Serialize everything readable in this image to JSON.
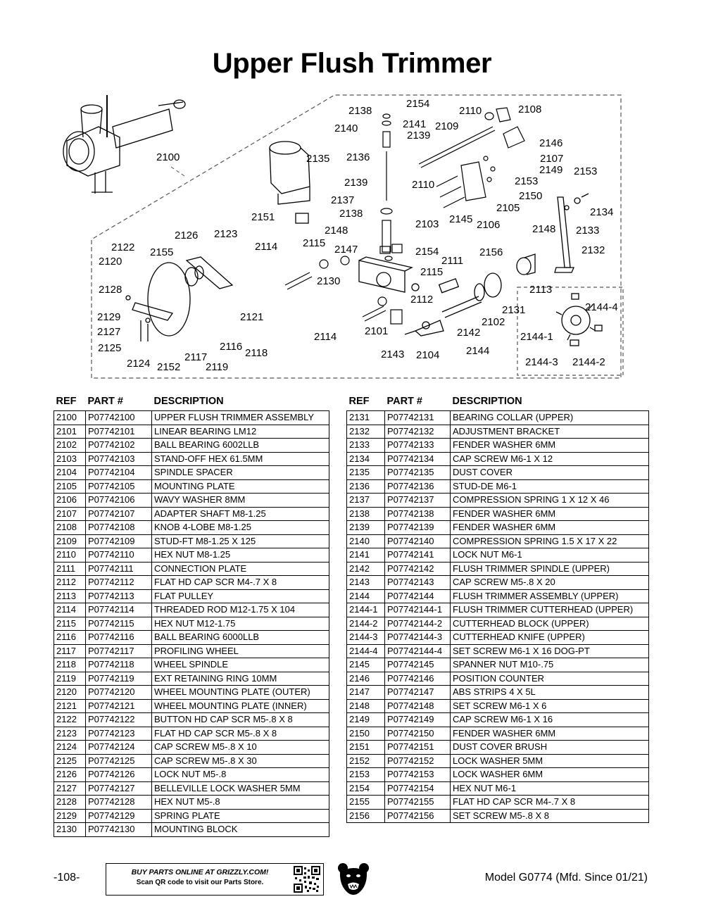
{
  "title": "Upper Flush Trimmer",
  "diagram": {
    "callouts": [
      "2100",
      "2154",
      "2138",
      "2110",
      "2108",
      "2140",
      "2141",
      "2109",
      "2139",
      "2146",
      "2136",
      "2135",
      "2107",
      "2149",
      "2153",
      "2139",
      "2110",
      "2153",
      "2137",
      "2150",
      "2134",
      "2138",
      "2105",
      "2151",
      "2103",
      "2145",
      "2106",
      "2148",
      "2133",
      "2148",
      "2126",
      "2123",
      "2122",
      "2115",
      "2147",
      "2154",
      "2156",
      "2132",
      "2114",
      "2155",
      "2111",
      "2120",
      "2115",
      "2130",
      "2113",
      "2128",
      "2112",
      "2144-4",
      "2131",
      "2121",
      "2129",
      "2102",
      "2127",
      "2114",
      "2101",
      "2142",
      "2144-1",
      "2125",
      "2116",
      "2118",
      "2117",
      "2143",
      "2104",
      "2144",
      "2124",
      "2152",
      "2119",
      "2144-3",
      "2144-2"
    ]
  },
  "table_headers": {
    "ref": "REF",
    "part": "PART #",
    "desc": "DESCRIPTION"
  },
  "parts_left": [
    {
      "ref": "2100",
      "part": "P07742100",
      "desc": "UPPER FLUSH TRIMMER ASSEMBLY"
    },
    {
      "ref": "2101",
      "part": "P07742101",
      "desc": "LINEAR BEARING LM12"
    },
    {
      "ref": "2102",
      "part": "P07742102",
      "desc": "BALL BEARING 6002LLB"
    },
    {
      "ref": "2103",
      "part": "P07742103",
      "desc": "STAND-OFF HEX 61.5MM"
    },
    {
      "ref": "2104",
      "part": "P07742104",
      "desc": "SPINDLE SPACER"
    },
    {
      "ref": "2105",
      "part": "P07742105",
      "desc": "MOUNTING PLATE"
    },
    {
      "ref": "2106",
      "part": "P07742106",
      "desc": "WAVY WASHER 8MM"
    },
    {
      "ref": "2107",
      "part": "P07742107",
      "desc": "ADAPTER SHAFT M8-1.25"
    },
    {
      "ref": "2108",
      "part": "P07742108",
      "desc": "KNOB 4-LOBE M8-1.25"
    },
    {
      "ref": "2109",
      "part": "P07742109",
      "desc": "STUD-FT M8-1.25 X 125"
    },
    {
      "ref": "2110",
      "part": "P07742110",
      "desc": "HEX NUT M8-1.25"
    },
    {
      "ref": "2111",
      "part": "P07742111",
      "desc": "CONNECTION PLATE"
    },
    {
      "ref": "2112",
      "part": "P07742112",
      "desc": "FLAT HD CAP SCR M4-.7 X 8"
    },
    {
      "ref": "2113",
      "part": "P07742113",
      "desc": "FLAT PULLEY"
    },
    {
      "ref": "2114",
      "part": "P07742114",
      "desc": "THREADED ROD M12-1.75 X 104"
    },
    {
      "ref": "2115",
      "part": "P07742115",
      "desc": "HEX NUT M12-1.75"
    },
    {
      "ref": "2116",
      "part": "P07742116",
      "desc": "BALL BEARING 6000LLB"
    },
    {
      "ref": "2117",
      "part": "P07742117",
      "desc": "PROFILING WHEEL"
    },
    {
      "ref": "2118",
      "part": "P07742118",
      "desc": "WHEEL SPINDLE"
    },
    {
      "ref": "2119",
      "part": "P07742119",
      "desc": "EXT RETAINING RING 10MM"
    },
    {
      "ref": "2120",
      "part": "P07742120",
      "desc": "WHEEL MOUNTING PLATE (OUTER)"
    },
    {
      "ref": "2121",
      "part": "P07742121",
      "desc": "WHEEL MOUNTING PLATE (INNER)"
    },
    {
      "ref": "2122",
      "part": "P07742122",
      "desc": "BUTTON HD CAP SCR M5-.8 X 8"
    },
    {
      "ref": "2123",
      "part": "P07742123",
      "desc": "FLAT HD CAP SCR M5-.8 X 8"
    },
    {
      "ref": "2124",
      "part": "P07742124",
      "desc": "CAP SCREW M5-.8 X 10"
    },
    {
      "ref": "2125",
      "part": "P07742125",
      "desc": "CAP SCREW M5-.8 X 30"
    },
    {
      "ref": "2126",
      "part": "P07742126",
      "desc": "LOCK NUT M5-.8"
    },
    {
      "ref": "2127",
      "part": "P07742127",
      "desc": "BELLEVILLE LOCK WASHER 5MM"
    },
    {
      "ref": "2128",
      "part": "P07742128",
      "desc": "HEX NUT M5-.8"
    },
    {
      "ref": "2129",
      "part": "P07742129",
      "desc": "SPRING PLATE"
    },
    {
      "ref": "2130",
      "part": "P07742130",
      "desc": "MOUNTING BLOCK"
    }
  ],
  "parts_right": [
    {
      "ref": "2131",
      "part": "P07742131",
      "desc": "BEARING COLLAR (UPPER)"
    },
    {
      "ref": "2132",
      "part": "P07742132",
      "desc": "ADJUSTMENT BRACKET"
    },
    {
      "ref": "2133",
      "part": "P07742133",
      "desc": "FENDER WASHER 6MM"
    },
    {
      "ref": "2134",
      "part": "P07742134",
      "desc": "CAP SCREW M6-1 X 12"
    },
    {
      "ref": "2135",
      "part": "P07742135",
      "desc": "DUST COVER"
    },
    {
      "ref": "2136",
      "part": "P07742136",
      "desc": "STUD-DE M6-1"
    },
    {
      "ref": "2137",
      "part": "P07742137",
      "desc": "COMPRESSION SPRING 1 X 12 X 46"
    },
    {
      "ref": "2138",
      "part": "P07742138",
      "desc": "FENDER WASHER 6MM"
    },
    {
      "ref": "2139",
      "part": "P07742139",
      "desc": "FENDER WASHER 6MM"
    },
    {
      "ref": "2140",
      "part": "P07742140",
      "desc": "COMPRESSION SPRING 1.5 X 17 X 22"
    },
    {
      "ref": "2141",
      "part": "P07742141",
      "desc": "LOCK NUT M6-1"
    },
    {
      "ref": "2142",
      "part": "P07742142",
      "desc": "FLUSH TRIMMER SPINDLE (UPPER)"
    },
    {
      "ref": "2143",
      "part": "P07742143",
      "desc": "CAP SCREW M5-.8 X 20"
    },
    {
      "ref": "2144",
      "part": "P07742144",
      "desc": "FLUSH TRIMMER ASSEMBLY (UPPER)"
    },
    {
      "ref": "2144-1",
      "part": "P07742144-1",
      "desc": "FLUSH TRIMMER CUTTERHEAD (UPPER)"
    },
    {
      "ref": "2144-2",
      "part": "P07742144-2",
      "desc": "CUTTERHEAD BLOCK (UPPER)"
    },
    {
      "ref": "2144-3",
      "part": "P07742144-3",
      "desc": "CUTTERHEAD KNIFE (UPPER)"
    },
    {
      "ref": "2144-4",
      "part": "P07742144-4",
      "desc": "SET SCREW M6-1 X 16 DOG-PT"
    },
    {
      "ref": "2145",
      "part": "P07742145",
      "desc": "SPANNER NUT M10-.75"
    },
    {
      "ref": "2146",
      "part": "P07742146",
      "desc": "POSITION COUNTER"
    },
    {
      "ref": "2147",
      "part": "P07742147",
      "desc": "ABS STRIPS 4 X 5L"
    },
    {
      "ref": "2148",
      "part": "P07742148",
      "desc": "SET SCREW M6-1 X 6"
    },
    {
      "ref": "2149",
      "part": "P07742149",
      "desc": "CAP SCREW M6-1 X 16"
    },
    {
      "ref": "2150",
      "part": "P07742150",
      "desc": "FENDER WASHER 6MM"
    },
    {
      "ref": "2151",
      "part": "P07742151",
      "desc": "DUST COVER BRUSH"
    },
    {
      "ref": "2152",
      "part": "P07742152",
      "desc": "LOCK WASHER 5MM"
    },
    {
      "ref": "2153",
      "part": "P07742153",
      "desc": "LOCK WASHER 6MM"
    },
    {
      "ref": "2154",
      "part": "P07742154",
      "desc": "HEX NUT M6-1"
    },
    {
      "ref": "2155",
      "part": "P07742155",
      "desc": "FLAT HD CAP SCR M4-.7 X 8"
    },
    {
      "ref": "2156",
      "part": "P07742156",
      "desc": "SET SCREW M5-.8 X 8"
    }
  ],
  "footer": {
    "page_number": "-108-",
    "banner_line1": "BUY PARTS ONLINE AT GRIZZLY.COM!",
    "banner_line2": "Scan QR code to visit our Parts Store.",
    "model": "Model G0774 (Mfd. Since 01/21)"
  }
}
